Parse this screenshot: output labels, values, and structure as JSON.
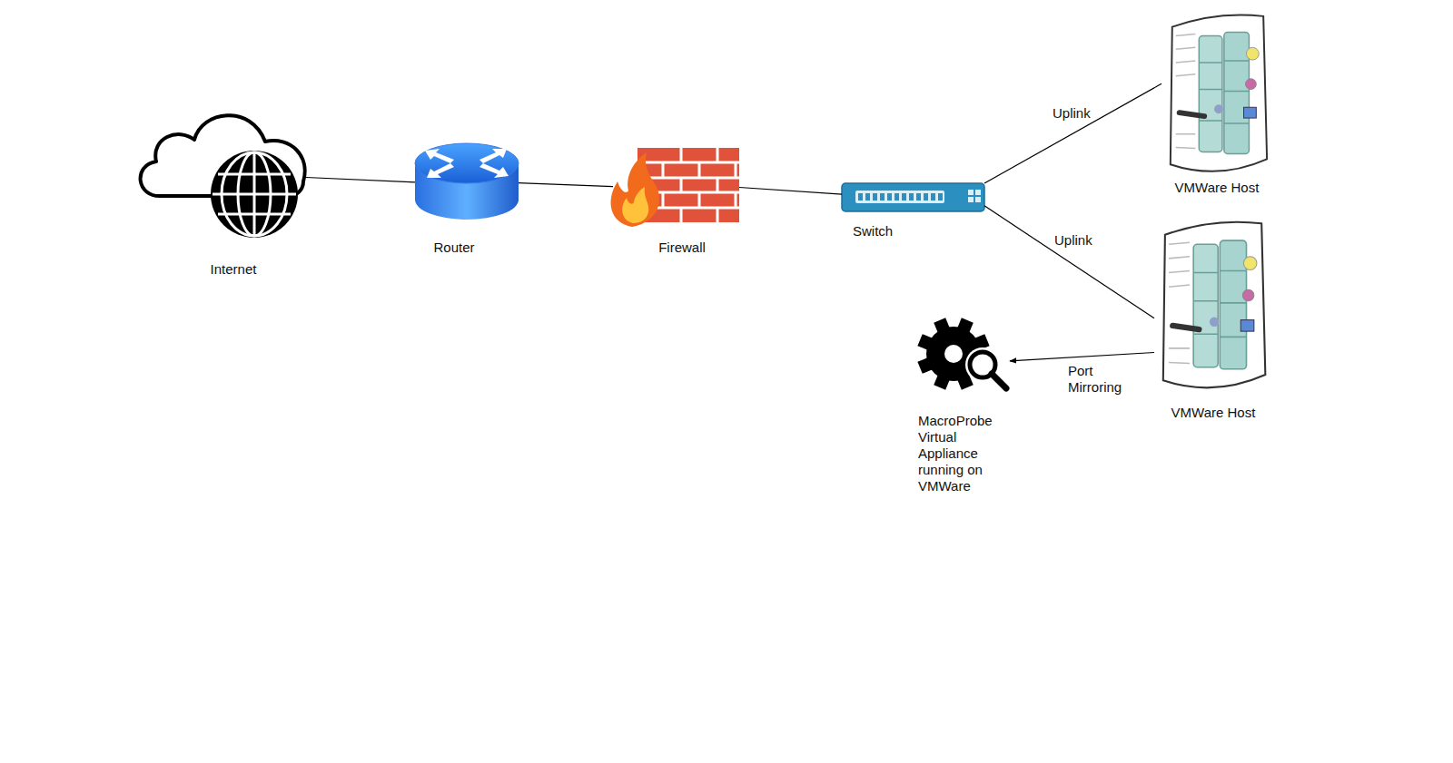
{
  "diagram": {
    "nodes": [
      {
        "text": [
          "Internet"
        ]
      },
      {
        "text": [
          "Router"
        ]
      },
      {
        "text": [
          "Firewall"
        ]
      },
      {
        "text": [
          "Switch"
        ]
      },
      {
        "text": [
          "VMWare Host"
        ]
      },
      {
        "text": [
          "VMWare Host"
        ]
      },
      {
        "text": [
          "MacroProbe Virtual Appliance running on VMWare"
        ]
      }
    ],
    "edges": [
      {
        "from": 0,
        "to": 1,
        "arrow": "none"
      },
      {
        "from": 1,
        "to": 2,
        "arrow": "none"
      },
      {
        "from": 2,
        "to": 3,
        "arrow": "none"
      },
      {
        "from": 3,
        "to": 4,
        "label": "Uplink",
        "arrow": "none"
      },
      {
        "from": 3,
        "to": 5,
        "label": "Uplink",
        "arrow": "none"
      },
      {
        "from": 5,
        "to": 6,
        "label": "Port Mirroring",
        "arrow": "to"
      }
    ]
  }
}
